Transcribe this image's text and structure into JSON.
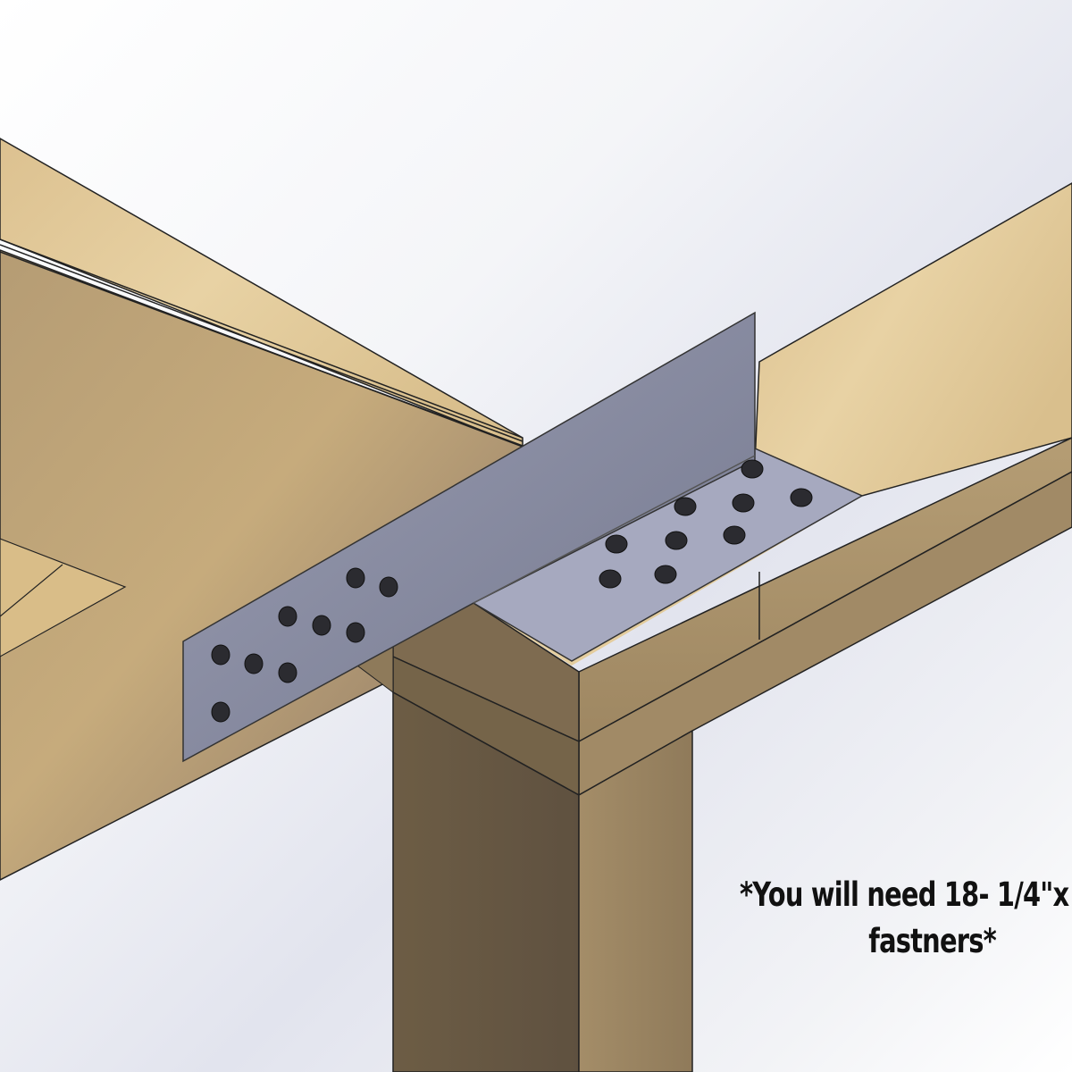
{
  "image": {
    "kind": "3D CAD render",
    "subject": "Wood joist connected to a beam over a post with a metal angle bracket",
    "colors": {
      "background_light": "#ffffff",
      "background_shade": "#e0e2ec",
      "wood_light": "#e2c898",
      "wood_mid": "#c9ad7e",
      "wood_dark": "#6e5d45",
      "bracket_vertical": "#7d8196",
      "bracket_horizontal": "#a4a7bd",
      "fastener": "#2a2a2e",
      "outline": "#1a1a1a"
    }
  },
  "components": {
    "bracket": {
      "type": "angle bracket",
      "vertical_leg_fasteners": 9,
      "horizontal_leg_fasteners": 9
    },
    "fasteners_total": 18
  },
  "note": {
    "line1": "*You will need 18- 1/4\"x",
    "line2": "fastners*"
  }
}
